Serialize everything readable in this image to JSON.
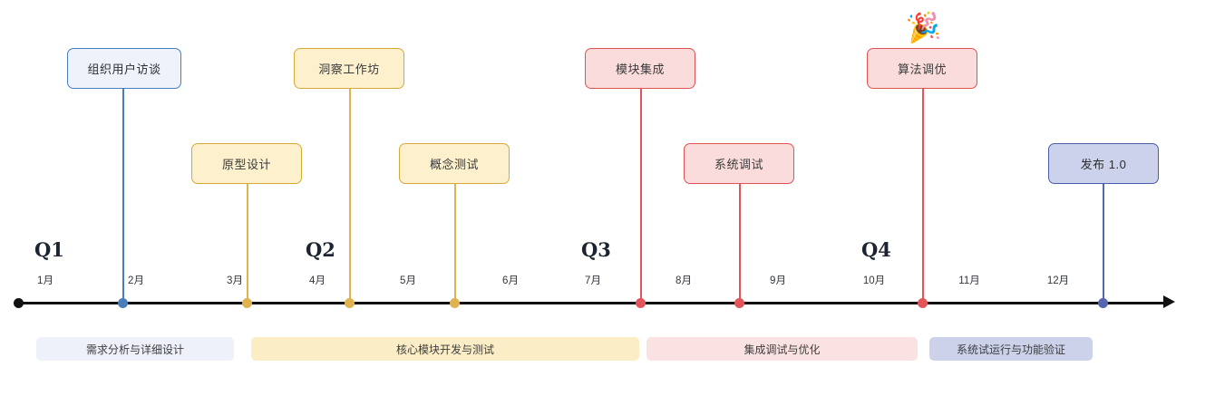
{
  "chart_data": {
    "type": "timeline",
    "title": "",
    "axis": {
      "label": "",
      "start_marker": true,
      "end_arrow": true,
      "tick_labels": [
        "1月",
        "2月",
        "3月",
        "4月",
        "5月",
        "6月",
        "7月",
        "8月",
        "9月",
        "10月",
        "11月",
        "12月"
      ]
    },
    "quarters": [
      {
        "label": "Q1",
        "months": [
          "1月",
          "2月",
          "3月"
        ]
      },
      {
        "label": "Q2",
        "months": [
          "4月",
          "5月",
          "6月"
        ]
      },
      {
        "label": "Q3",
        "months": [
          "7月",
          "8月",
          "9月"
        ]
      },
      {
        "label": "Q4",
        "months": [
          "10月",
          "11月",
          "12月"
        ]
      }
    ],
    "milestones": [
      {
        "label": "组织用户访谈",
        "month": "2月",
        "color": "#4a7ebb",
        "row": 1
      },
      {
        "label": "原型设计",
        "month": "3月",
        "color": "#dfb350",
        "row": 2
      },
      {
        "label": "洞察工作坊",
        "month": "4月",
        "color": "#dfb350",
        "row": 1
      },
      {
        "label": "概念测试",
        "month": "5月",
        "color": "#dfb350",
        "row": 2
      },
      {
        "label": "模块集成",
        "month": "7月",
        "color": "#e2555a",
        "row": 1
      },
      {
        "label": "系统调试",
        "month": "8月",
        "color": "#e2555a",
        "row": 2
      },
      {
        "label": "算法调优",
        "month": "10月",
        "color": "#e2555a",
        "row": 1
      },
      {
        "label": "发布 1.0",
        "month": "12月",
        "color": "#5566b0",
        "row": 2
      }
    ],
    "phases": [
      {
        "label": "需求分析与详细设计",
        "color": "#eef1fa"
      },
      {
        "label": "核心模块开发与测试",
        "color": "#fbeec7"
      },
      {
        "label": "集成调试与优化",
        "color": "#fbe2e2"
      },
      {
        "label": "系统试运行与功能验证",
        "color": "#ccd2ea"
      }
    ],
    "annotations": [
      {
        "type": "emoji",
        "name": "party-popper-icon",
        "glyph": "🎉",
        "attached_to": "算法调优"
      }
    ]
  },
  "milestones": {
    "m0": {
      "label": "组织用户访谈"
    },
    "m1": {
      "label": "原型设计"
    },
    "m2": {
      "label": "洞察工作坊"
    },
    "m3": {
      "label": "概念测试"
    },
    "m4": {
      "label": "模块集成"
    },
    "m5": {
      "label": "系统调试"
    },
    "m6": {
      "label": "算法调优"
    },
    "m7": {
      "label": "发布 1.0"
    }
  },
  "quarters": {
    "q1": "Q1",
    "q2": "Q2",
    "q3": "Q3",
    "q4": "Q4"
  },
  "months": {
    "m1": "1月",
    "m2": "2月",
    "m3": "3月",
    "m4": "4月",
    "m5": "5月",
    "m6": "6月",
    "m7": "7月",
    "m8": "8月",
    "m9": "9月",
    "m10": "10月",
    "m11": "11月",
    "m12": "12月"
  },
  "phases": {
    "p0": {
      "label": "需求分析与详细设计"
    },
    "p1": {
      "label": "核心模块开发与测试"
    },
    "p2": {
      "label": "集成调试与优化"
    },
    "p3": {
      "label": "系统试运行与功能验证"
    }
  },
  "annotations": {
    "celebration": "🎉"
  }
}
